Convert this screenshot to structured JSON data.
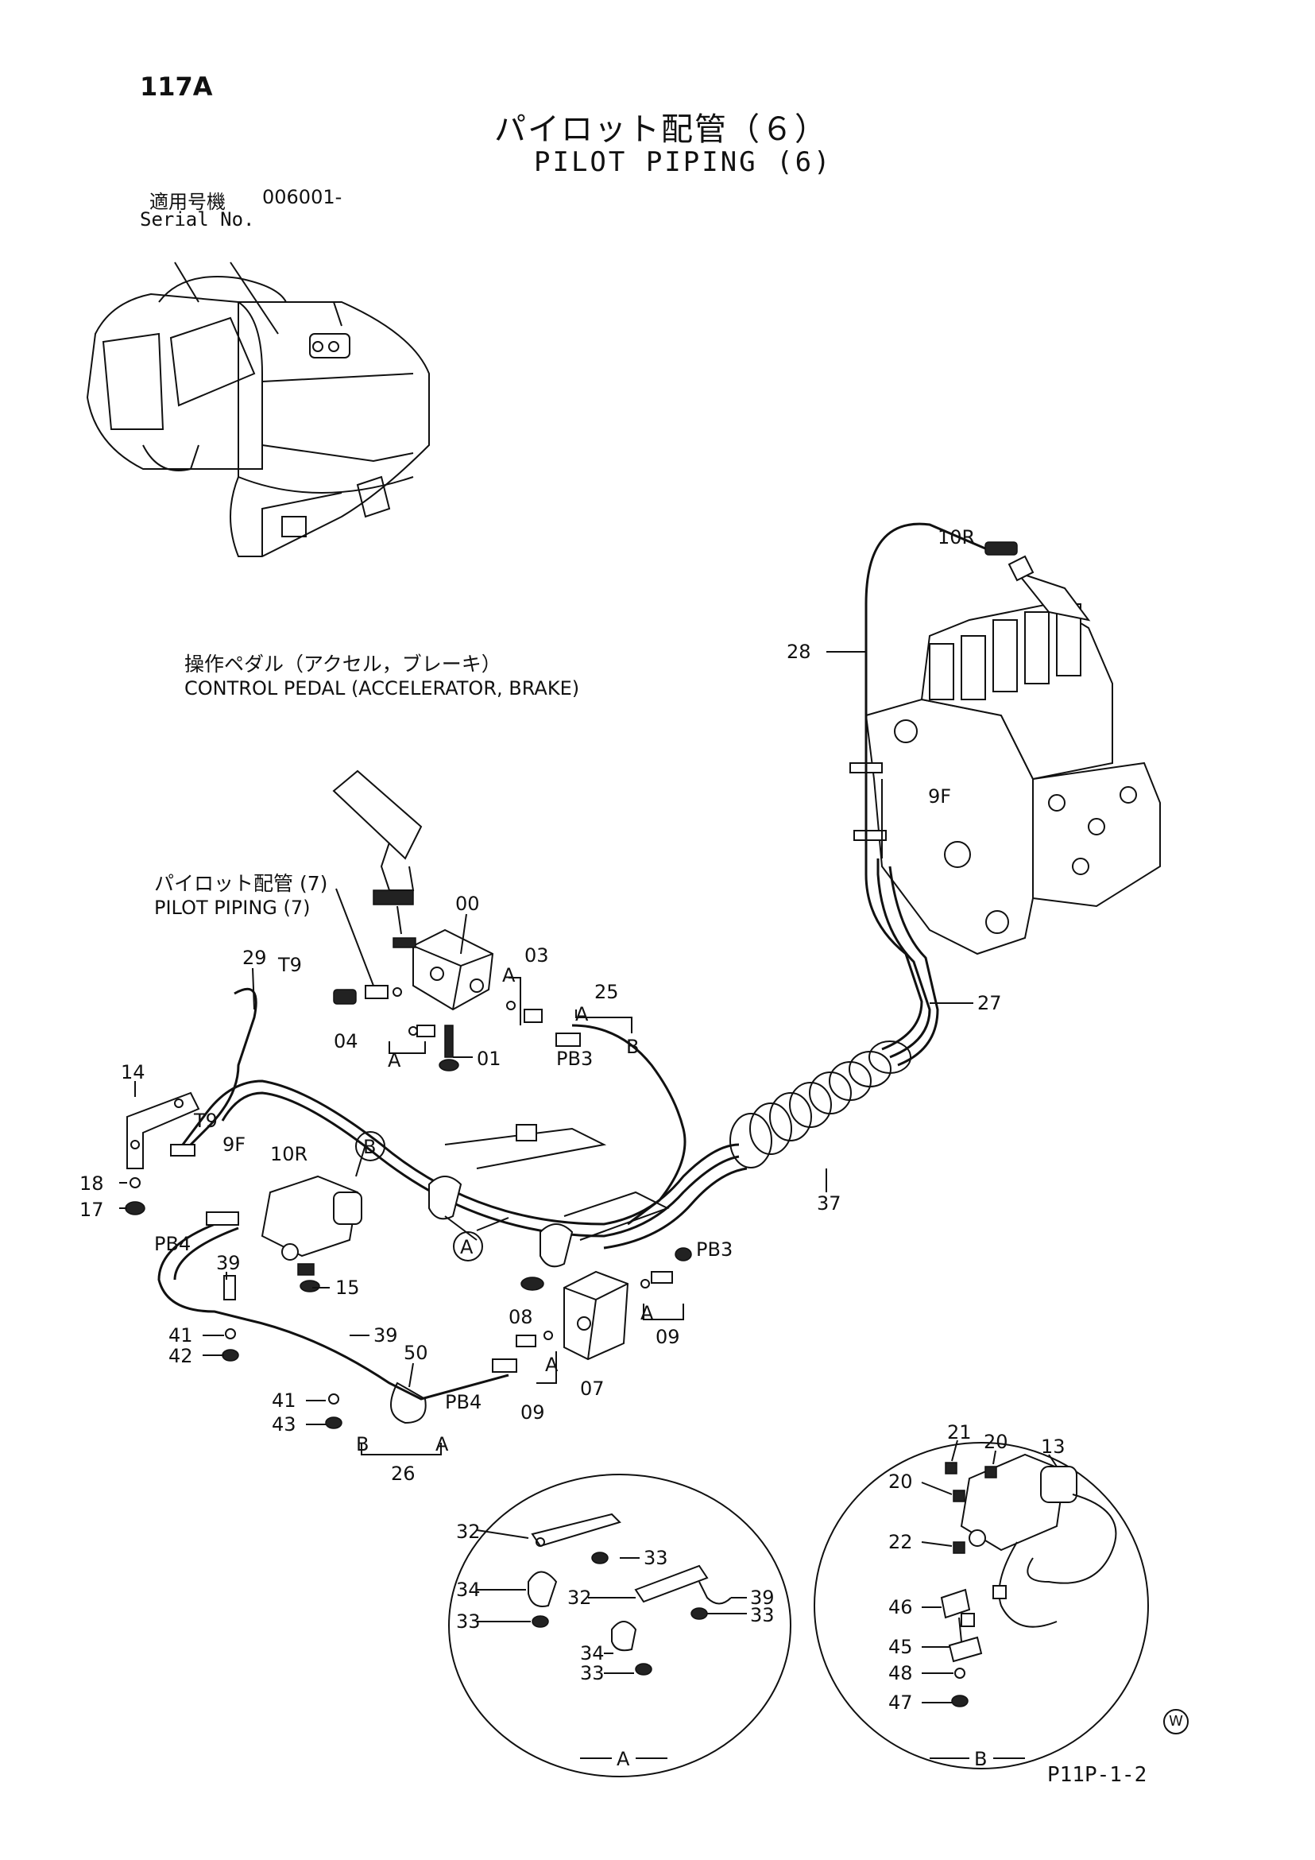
{
  "header": {
    "page_number": "117A",
    "title_jp": "パイロット配管（６）",
    "title_en": "PILOT PIPING (6)",
    "serial_label_jp": "適用号機",
    "serial_value": "006001-",
    "serial_label_en": "Serial No."
  },
  "callouts": {
    "control_pedal_jp": "操作ペダル（アクセル，ブレーキ）",
    "control_pedal_en": "CONTROL PEDAL (ACCELERATOR, BRAKE)",
    "pilot_piping7_jp": "パイロット配管 (7)",
    "pilot_piping7_en": "PILOT PIPING (7)"
  },
  "part_numbers": {
    "p00": "00",
    "p03": "03",
    "p25": "25",
    "p29": "29",
    "p04": "04",
    "p01": "01",
    "p14": "14",
    "p18": "18",
    "p17": "17",
    "p15": "15",
    "p39a": "39",
    "p39b": "39",
    "p41a": "41",
    "p42": "42",
    "p41b": "41",
    "p43": "43",
    "p50": "50",
    "p26": "26",
    "p08": "08",
    "p07": "07",
    "p09a": "09",
    "p09b": "09",
    "p28": "28",
    "p27": "27",
    "p37": "37",
    "dA32a": "32",
    "dA33a": "33",
    "dA34a": "34",
    "dA33b": "33",
    "dA32b": "32",
    "dA39": "39",
    "dA33c": "33",
    "dA34b": "34",
    "dA33d": "33",
    "dB21": "21",
    "dB20a": "20",
    "dB13": "13",
    "dB20b": "20",
    "dB22": "22",
    "dB46": "46",
    "dB45": "45",
    "dB48": "48",
    "dB47": "47"
  },
  "port_labels": {
    "t9a": "T9",
    "t9b": "T9",
    "f9a": "9F",
    "r10a": "10R",
    "r10b": "10R",
    "f9b": "9F",
    "pb3a": "PB3",
    "pb3b": "PB3",
    "pb4a": "PB4",
    "pb4b": "PB4"
  },
  "group_labels": {
    "a1": "A",
    "a2": "A",
    "a3": "A",
    "a4": "A",
    "a5": "A",
    "a6": "A",
    "b1": "B",
    "b2": "B",
    "circle_a": "A",
    "circle_b": "B",
    "detail_a": "A",
    "detail_b": "B"
  },
  "footer": {
    "drawing_code": "P11P-1-2",
    "watermark": "W"
  }
}
